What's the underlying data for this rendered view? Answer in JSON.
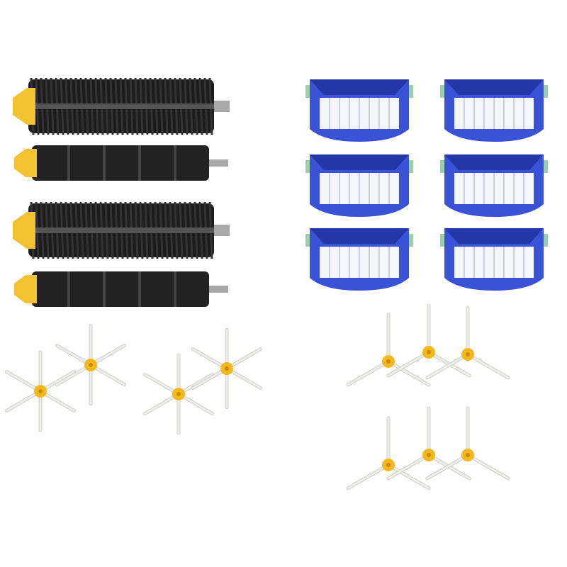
{
  "product_photo": {
    "background_color": "#ffffff",
    "colors": {
      "bristle_black": "#1c1c1c",
      "flap_black": "#222222",
      "end_cap_yellow": "#f2c230",
      "axle_gray": "#a8a8a8",
      "filter_blue": "#3a52d6",
      "filter_blue_dark": "#2437a8",
      "filter_white": "#f4f6fb",
      "side_brush_arm": "#eeeeea",
      "side_brush_hub": "#f3b81c"
    },
    "items": {
      "bristle_brushes": 2,
      "flap_brushes": 2,
      "filters": 6,
      "six_arm_side_brushes": 4,
      "three_arm_side_brushes": 6
    }
  }
}
